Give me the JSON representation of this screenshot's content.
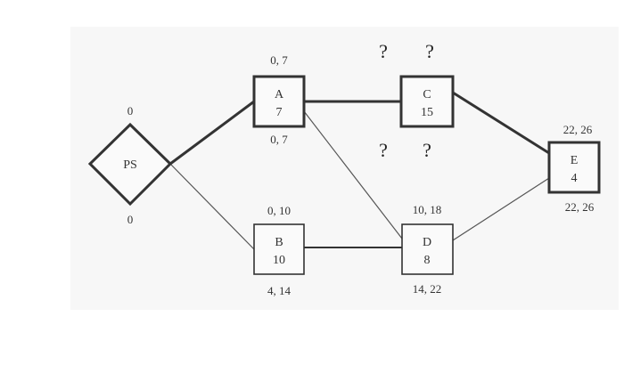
{
  "nodes": {
    "ps": {
      "name": "PS"
    },
    "a": {
      "name": "A",
      "duration": "7"
    },
    "b": {
      "name": "B",
      "duration": "10"
    },
    "c": {
      "name": "C",
      "duration": "15"
    },
    "d": {
      "name": "D",
      "duration": "8"
    },
    "e": {
      "name": "E",
      "duration": "4"
    }
  },
  "annotations": {
    "ps_top": "0",
    "ps_bottom": "0",
    "a_top": "0, 7",
    "a_bottom": "0, 7",
    "b_top": "0, 10",
    "b_bottom": "4, 14",
    "c_top_left": "?",
    "c_top_right": "?",
    "c_bottom_left": "?",
    "c_bottom_right": "?",
    "d_top": "10, 18",
    "d_bottom": "14, 22",
    "e_top": "22, 26",
    "e_bottom": "22, 26"
  },
  "edges": [
    {
      "from": "PS",
      "to": "A"
    },
    {
      "from": "PS",
      "to": "B"
    },
    {
      "from": "A",
      "to": "C"
    },
    {
      "from": "A",
      "to": "D"
    },
    {
      "from": "B",
      "to": "D"
    },
    {
      "from": "C",
      "to": "E"
    },
    {
      "from": "D",
      "to": "E"
    }
  ]
}
